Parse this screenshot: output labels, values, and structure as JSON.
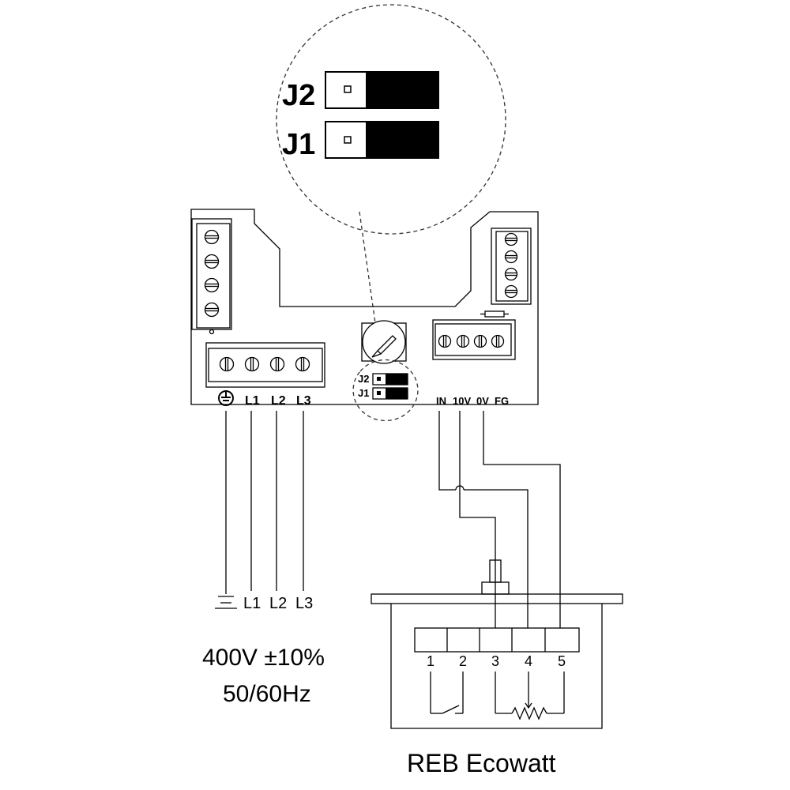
{
  "zoom_callout": {
    "jumper_top": "J2",
    "jumper_bottom": "J1"
  },
  "controller_board": {
    "mini_jumper_top": "J2",
    "mini_jumper_bottom": "J1",
    "mains_terminal_labels": [
      "L1",
      "L2",
      "L3"
    ],
    "control_terminal_labels": [
      "IN",
      "10V",
      "0V",
      "FG"
    ]
  },
  "supply": {
    "wire_labels": [
      "L1",
      "L2",
      "L3"
    ],
    "voltage": "400V ±10%",
    "frequency": "50/60Hz"
  },
  "potentiometer_box": {
    "terminal_numbers": [
      "1",
      "2",
      "3",
      "4",
      "5"
    ],
    "caption": "REB Ecowatt"
  }
}
